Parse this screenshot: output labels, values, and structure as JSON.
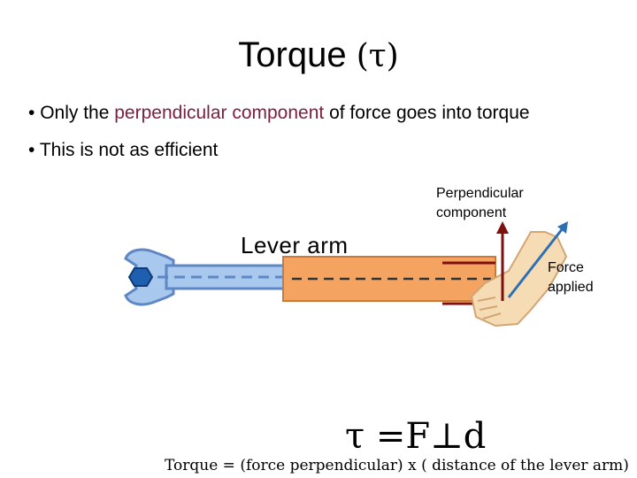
{
  "title": {
    "text": "Torque ",
    "symbol": "(τ)"
  },
  "bullets": [
    {
      "dot": "•",
      "prefix": "Only the ",
      "highlight": "perpendicular component",
      "suffix": " of force goes into torque"
    },
    {
      "dot": "•",
      "text": "This is not as efficient"
    }
  ],
  "diagram": {
    "perpendicular_label_line1": "Perpendicular",
    "perpendicular_label_line2": "component",
    "lever_arm_label": "Lever arm",
    "force_label_line1": "Force",
    "force_label_line2": "applied"
  },
  "formula": {
    "text": "τ =F",
    "perp_symbol": "⊥",
    "tail": "d"
  },
  "caption": "Torque = (force perpendicular) x ( distance of the lever arm)",
  "colors": {
    "highlight": "#7a1f3d",
    "wrench": "#a9c8ee",
    "wrench_outline": "#5f87c4",
    "bolt": "#1f5fb0",
    "lever_bar": "#f4a460",
    "perp_arrow": "#7f1010",
    "force_arrow": "#2c6fb3",
    "hand": "#f6dcb4"
  }
}
